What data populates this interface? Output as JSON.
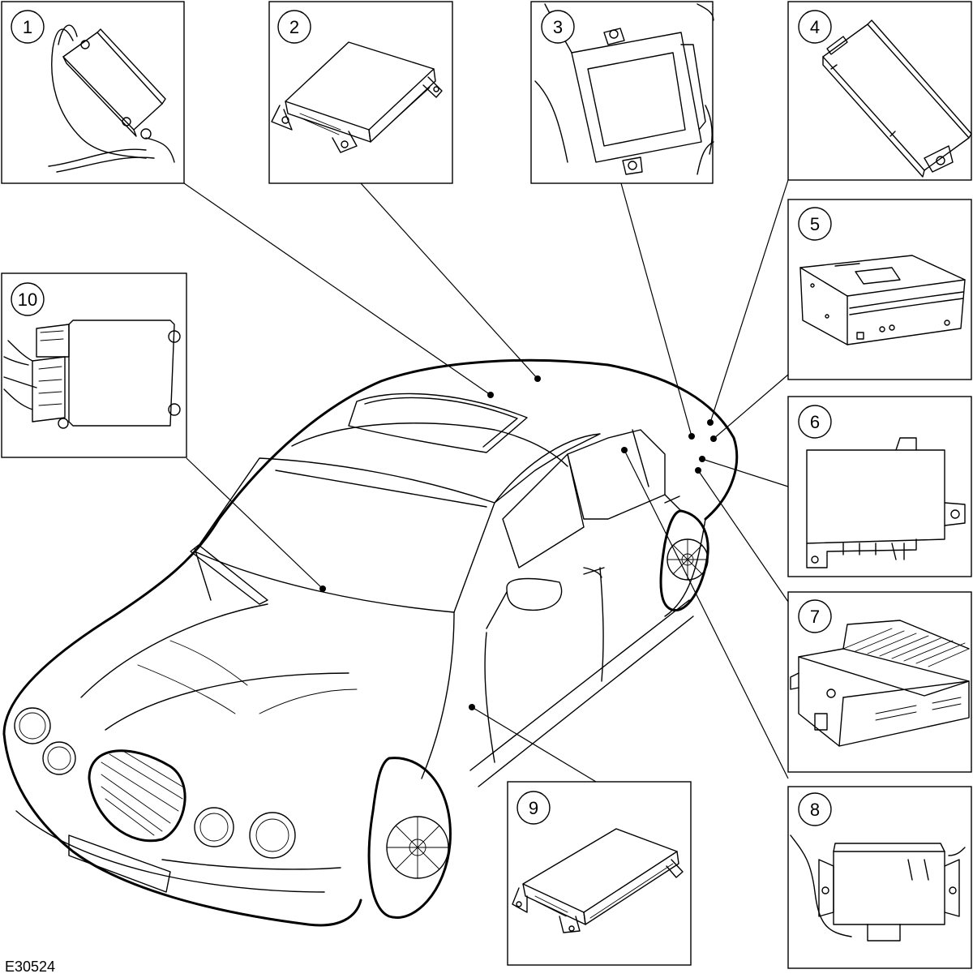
{
  "figure_code": "E30524",
  "callouts": [
    {
      "label": "1"
    },
    {
      "label": "2"
    },
    {
      "label": "3"
    },
    {
      "label": "4"
    },
    {
      "label": "5"
    },
    {
      "label": "6"
    },
    {
      "label": "7"
    },
    {
      "label": "8"
    },
    {
      "label": "9"
    },
    {
      "label": "10"
    }
  ]
}
